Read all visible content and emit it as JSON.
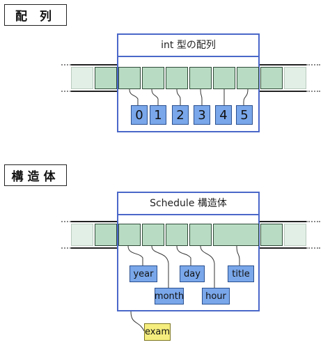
{
  "array_section": {
    "heading": "配 列",
    "title": "int 型の配列",
    "indices": [
      "0",
      "1",
      "2",
      "3",
      "4",
      "5"
    ]
  },
  "struct_section": {
    "heading": "構造体",
    "title": "Schedule 構造体",
    "fields": [
      "year",
      "month",
      "day",
      "hour",
      "title"
    ],
    "outside_field": "exam"
  }
}
